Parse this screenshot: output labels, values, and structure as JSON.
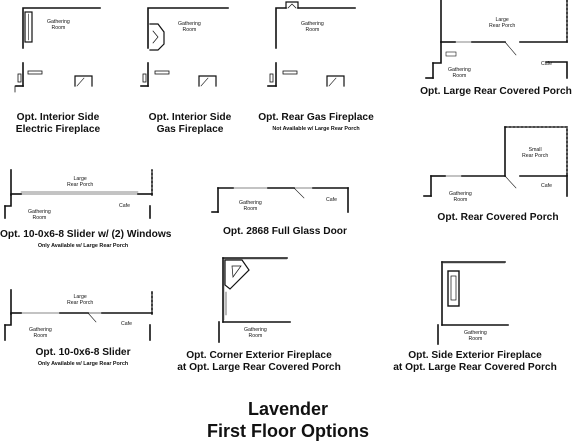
{
  "options": [
    {
      "id": "interior-side-electric",
      "caption": [
        "Opt. Interior Side",
        "Electric Fireplace"
      ],
      "note": "",
      "rooms": [
        "Gathering",
        "Room"
      ]
    },
    {
      "id": "interior-side-gas",
      "caption": [
        "Opt. Interior Side",
        "Gas Fireplace"
      ],
      "note": "",
      "rooms": [
        "Gathering",
        "Room"
      ]
    },
    {
      "id": "rear-gas",
      "caption": [
        "Opt. Rear Gas Fireplace"
      ],
      "note": "Not Available w/ Large Rear Porch",
      "rooms": [
        "Gathering",
        "Room"
      ]
    },
    {
      "id": "large-rear-covered-porch",
      "caption": [
        "Opt. Large Rear Covered Porch"
      ],
      "note": "",
      "rooms": [
        "Large",
        "Rear Porch",
        "Gathering",
        "Room",
        "Cafe"
      ]
    },
    {
      "id": "slider-two-windows",
      "caption": [
        "Opt. 10-0x6-8 Slider w/ (2) Windows"
      ],
      "note": "Only Available w/ Large Rear Porch",
      "rooms": [
        "Large",
        "Rear Porch",
        "Gathering",
        "Room",
        "Cafe"
      ]
    },
    {
      "id": "full-glass-door",
      "caption": [
        "Opt. 2868 Full Glass Door"
      ],
      "note": "",
      "rooms": [
        "Gathering",
        "Room",
        "Cafe"
      ]
    },
    {
      "id": "rear-covered-porch",
      "caption": [
        "Opt. Rear Covered Porch"
      ],
      "note": "",
      "rooms": [
        "Small",
        "Rear Porch",
        "Gathering",
        "Room",
        "Cafe"
      ]
    },
    {
      "id": "slider",
      "caption": [
        "Opt. 10-0x6-8 Slider"
      ],
      "note": "Only Available w/ Large Rear Porch",
      "rooms": [
        "Large",
        "Rear Porch",
        "Gathering",
        "Room",
        "Cafe"
      ]
    },
    {
      "id": "corner-exterior",
      "caption": [
        "Opt. Corner Exterior Fireplace",
        "at Opt. Large Rear Covered Porch"
      ],
      "note": "",
      "rooms": [
        "Gathering",
        "Room"
      ]
    },
    {
      "id": "side-exterior",
      "caption": [
        "Opt. Side Exterior Fireplace",
        "at Opt. Large Rear Covered Porch"
      ],
      "note": "",
      "rooms": [
        "Gathering",
        "Room"
      ]
    }
  ],
  "title": [
    "Lavender",
    "First Floor Options"
  ],
  "colors": {
    "ink": "#111111",
    "hatch": "#555555",
    "paper": "#ffffff"
  }
}
